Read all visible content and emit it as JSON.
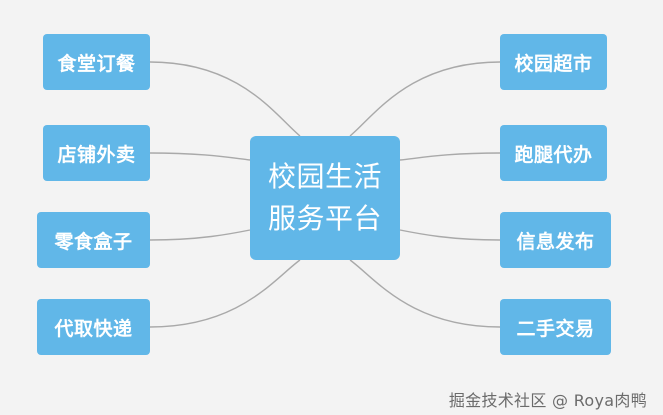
{
  "center": {
    "line1": "校园生活",
    "line2": "服务平台"
  },
  "left_nodes": [
    "食堂订餐",
    "店铺外卖",
    "零食盒子",
    "代取快递"
  ],
  "right_nodes": [
    "校园超市",
    "跑腿代办",
    "信息发布",
    "二手交易"
  ],
  "watermark": "掘金技术社区 @ Roya肉鸭",
  "colors": {
    "node_fill": "#61b7e8",
    "node_text": "#ffffff",
    "connector": "#a9a9a9",
    "background": "#f3f3f3"
  }
}
